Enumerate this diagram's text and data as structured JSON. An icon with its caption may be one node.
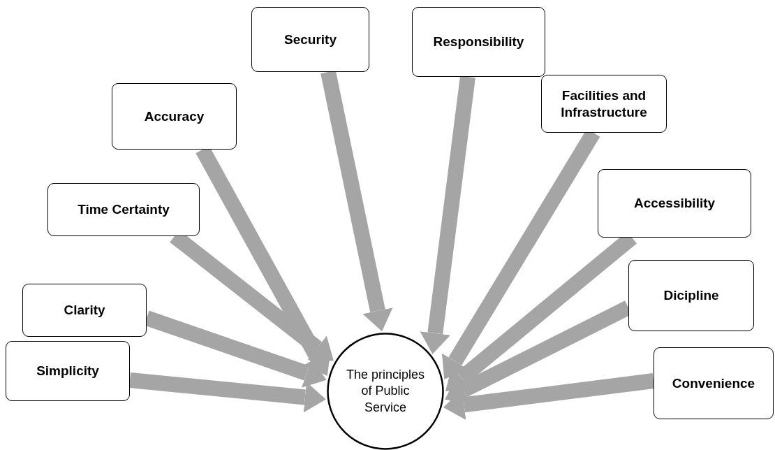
{
  "diagram": {
    "nodes": [
      {
        "text": [
          "The principles of Public Service"
        ]
      },
      {
        "text": [
          "Simplicity"
        ]
      },
      {
        "text": [
          "Clarity"
        ]
      },
      {
        "text": [
          "Time Certainty"
        ]
      },
      {
        "text": [
          "Accuracy"
        ]
      },
      {
        "text": [
          "Security"
        ]
      },
      {
        "text": [
          "Responsibility"
        ]
      },
      {
        "text": [
          "Facilities and Infrastructure"
        ]
      },
      {
        "text": [
          "Accessibility"
        ]
      },
      {
        "text": [
          "Dicipline"
        ]
      },
      {
        "text": [
          "Convenience"
        ]
      }
    ],
    "edges": [
      {
        "from": 1,
        "to": 0,
        "arrow": "to"
      },
      {
        "from": 2,
        "to": 0,
        "arrow": "to"
      },
      {
        "from": 3,
        "to": 0,
        "arrow": "to"
      },
      {
        "from": 4,
        "to": 0,
        "arrow": "to"
      },
      {
        "from": 5,
        "to": 0,
        "arrow": "to"
      },
      {
        "from": 6,
        "to": 0,
        "arrow": "to"
      },
      {
        "from": 7,
        "to": 0,
        "arrow": "to"
      },
      {
        "from": 8,
        "to": 0,
        "arrow": "to"
      },
      {
        "from": 9,
        "to": 0,
        "arrow": "to"
      },
      {
        "from": 10,
        "to": 0,
        "arrow": "to"
      }
    ]
  }
}
